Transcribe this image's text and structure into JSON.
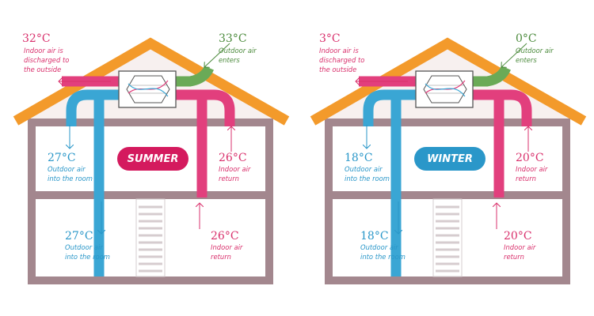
{
  "colors": {
    "roof": "#f39a2b",
    "wall": "#a3878e",
    "room": "#ffffff",
    "attic": "#f7f0ef",
    "pink_duct": "#e23f7d",
    "blue_duct": "#3aa6d4",
    "green_duct": "#6aaa57",
    "pink_text": "#d9306c",
    "blue_text": "#2a97c9",
    "green_text": "#4b8a3c",
    "summer_badge": "#d41a5e",
    "winter_badge": "#2a97c9"
  },
  "summer": {
    "badge": "SUMMER",
    "discharge": {
      "temp": "32°C",
      "text": "Indoor air is\ndischarged to\nthe outside"
    },
    "outdoor_enters": {
      "temp": "33°C",
      "text": "Outdoor air\nenters"
    },
    "upper_supply": {
      "temp": "27°C",
      "text": "Outdoor air\ninto the room"
    },
    "upper_return": {
      "temp": "26°C",
      "text": "Indoor air\nreturn"
    },
    "lower_supply": {
      "temp": "27°C",
      "text": "Outdoor air\ninto the room"
    },
    "lower_return": {
      "temp": "26°C",
      "text": "Indoor air\nreturn"
    }
  },
  "winter": {
    "badge": "WINTER",
    "discharge": {
      "temp": "3°C",
      "text": "Indoor air is\ndischarged to\nthe outside"
    },
    "outdoor_enters": {
      "temp": "0°C",
      "text": "Outdoor air\nenters"
    },
    "upper_supply": {
      "temp": "18°C",
      "text": "Outdoor air\ninto the room"
    },
    "upper_return": {
      "temp": "20°C",
      "text": "Indoor air\nreturn"
    },
    "lower_supply": {
      "temp": "18°C",
      "text": "Outdoor air\ninto the room"
    },
    "lower_return": {
      "temp": "20°C",
      "text": "Indoor air\nreturn"
    }
  }
}
